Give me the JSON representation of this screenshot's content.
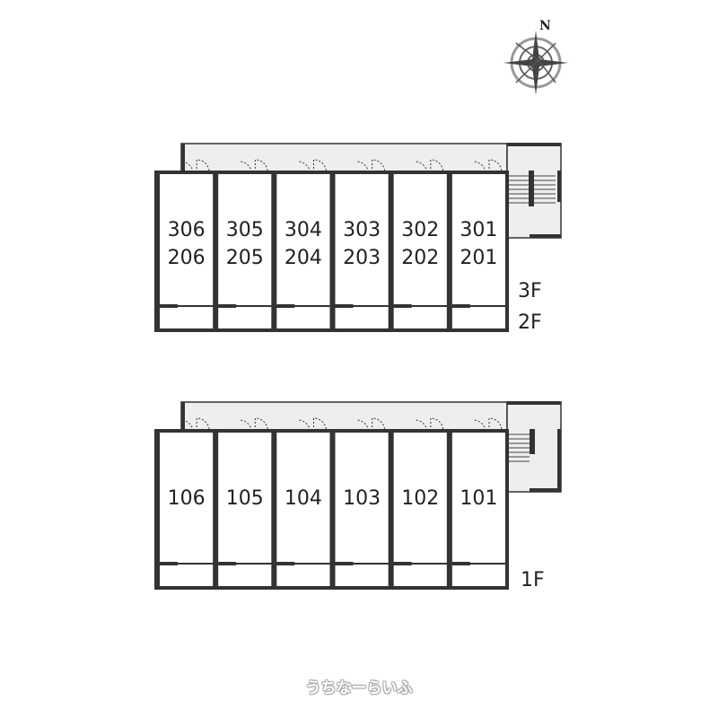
{
  "compass": {
    "north_label": "N"
  },
  "upper_block": {
    "rooms": [
      [
        "306",
        "206"
      ],
      [
        "305",
        "205"
      ],
      [
        "304",
        "204"
      ],
      [
        "303",
        "203"
      ],
      [
        "302",
        "202"
      ],
      [
        "301",
        "201"
      ]
    ],
    "floor_labels": [
      "3F",
      "2F"
    ]
  },
  "lower_block": {
    "rooms": [
      [
        "106"
      ],
      [
        "105"
      ],
      [
        "104"
      ],
      [
        "103"
      ],
      [
        "102"
      ],
      [
        "101"
      ]
    ],
    "floor_labels": [
      "1F"
    ]
  },
  "watermark": "うちなーらいふ"
}
